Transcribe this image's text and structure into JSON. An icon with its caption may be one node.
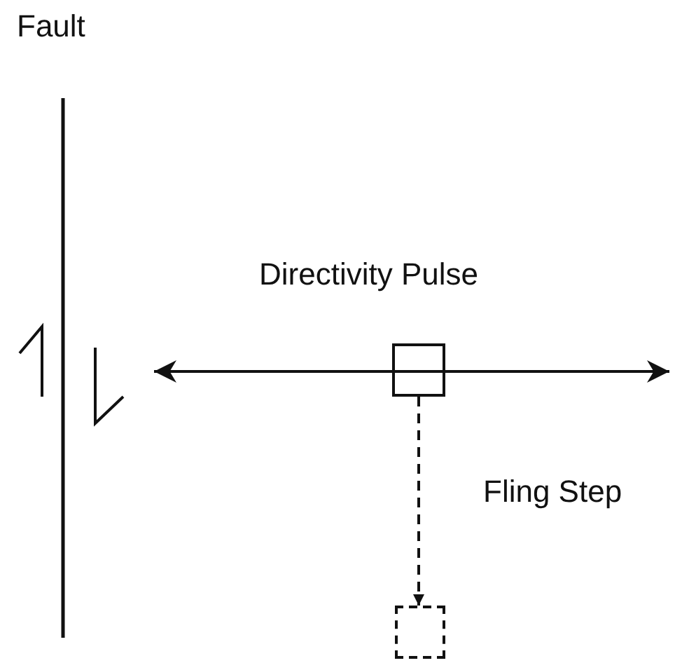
{
  "diagram": {
    "nodes": [
      {
        "text": [],
        "shape": "box"
      },
      {
        "text": [],
        "shape": "box"
      }
    ],
    "edges": [
      {
        "from": 0,
        "to": 1,
        "arrow": "to",
        "style": "dashed",
        "label": "Fling Step"
      }
    ],
    "labels": [
      "Fault",
      "Directivity Pulse"
    ]
  }
}
